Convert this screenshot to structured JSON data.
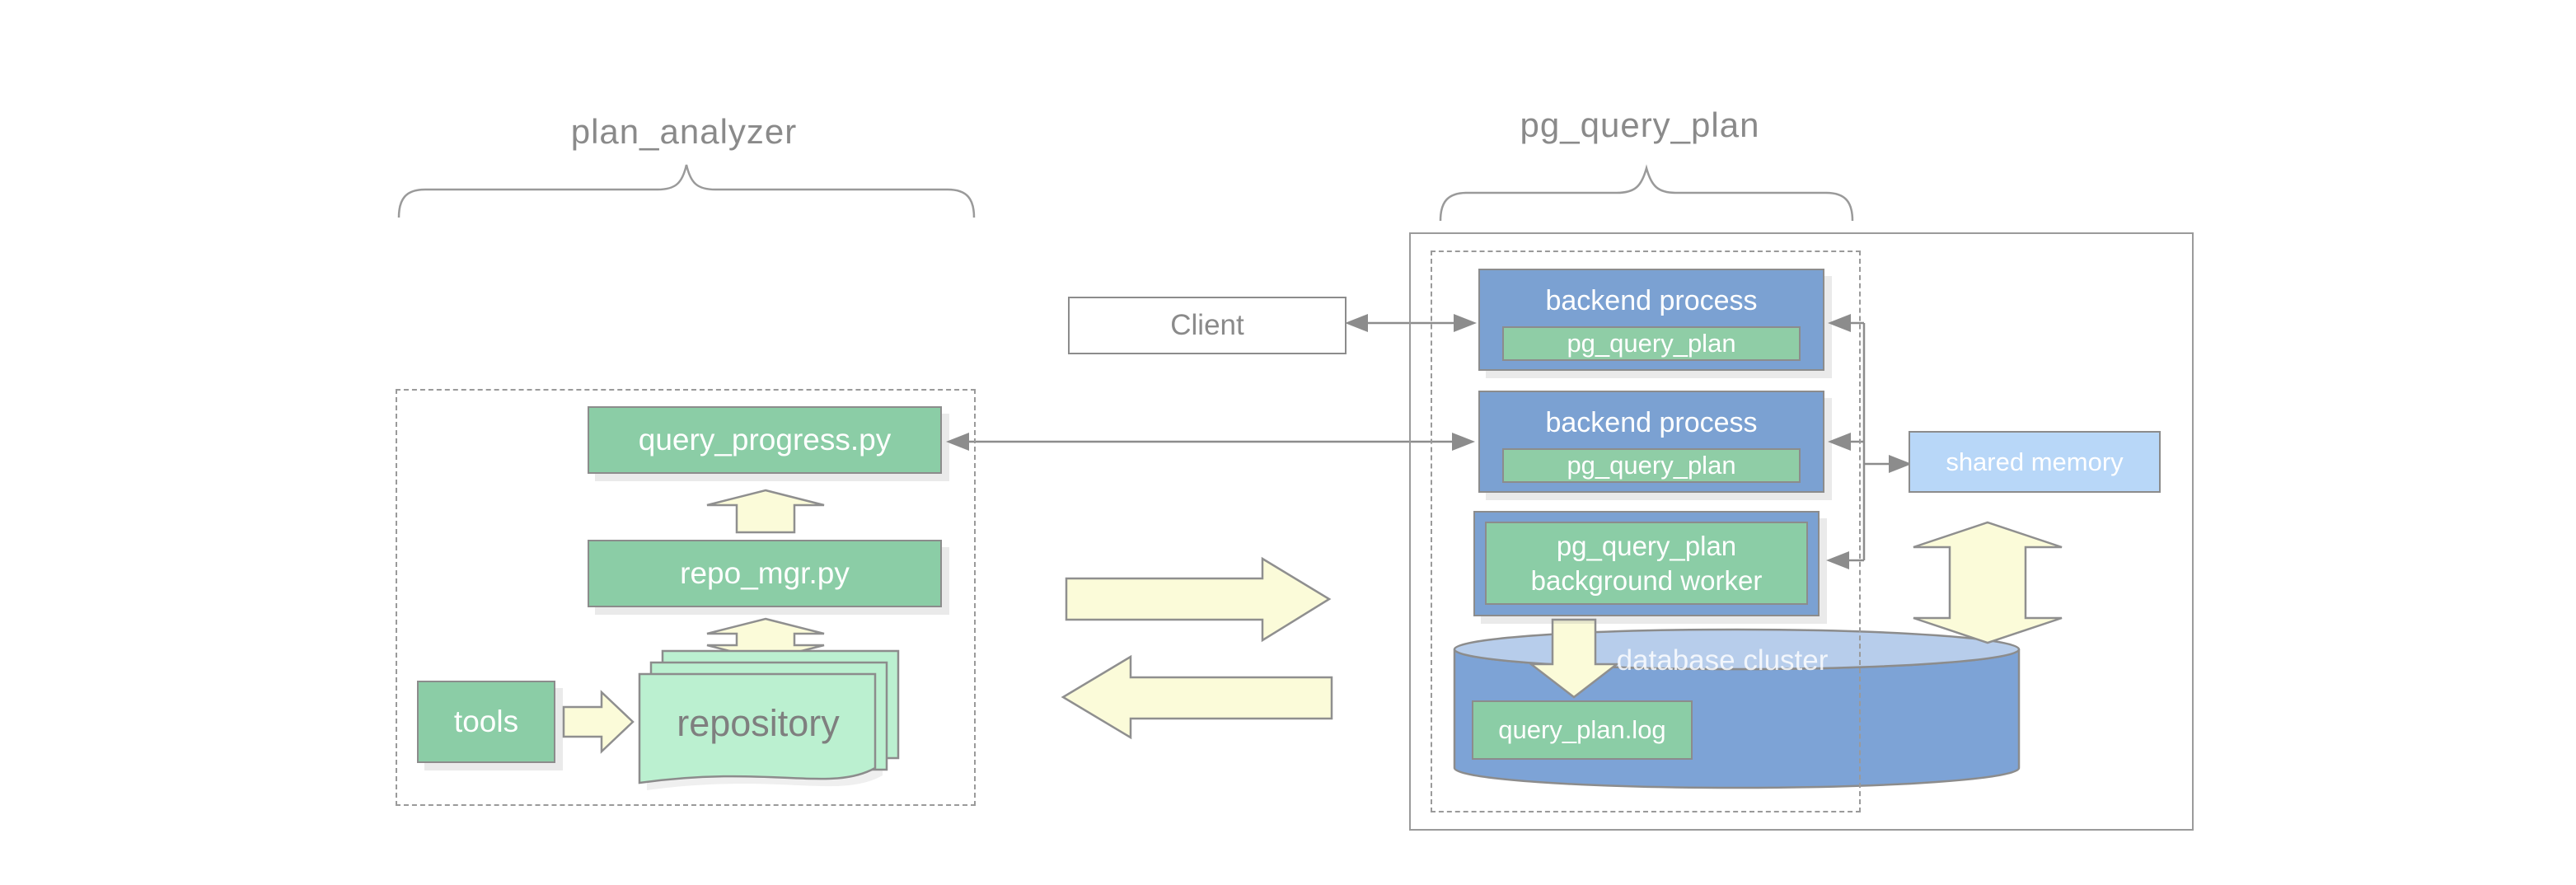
{
  "titles": {
    "left": "plan_analyzer",
    "right": "pg_query_plan"
  },
  "left_panel": {
    "script_top": "query_progress.py",
    "script_mid": "repo_mgr.py",
    "tools": "tools",
    "repository": "repository"
  },
  "client": {
    "label": "Client"
  },
  "right_panel": {
    "backends": [
      {
        "title": "backend process",
        "badge": "pg_query_plan"
      },
      {
        "title": "backend process",
        "badge": "pg_query_plan"
      }
    ],
    "worker": {
      "line1": "pg_query_plan",
      "line2": "background worker"
    },
    "shared_memory": "shared memory",
    "database": {
      "label": "database cluster",
      "file": "query_plan.log"
    }
  },
  "colors": {
    "green_box": "#8bcda6",
    "mint_pages": "#bbf0d0",
    "blue_box": "#7ba1d2",
    "light_blue_box": "#b8d7f8",
    "yellow_arrow": "#fbfbd9",
    "cylinder_body": "#7da3d6",
    "cylinder_top": "#b7cdeb",
    "line_gray": "#8c8c8c",
    "text_gray": "#8a8a8a"
  }
}
